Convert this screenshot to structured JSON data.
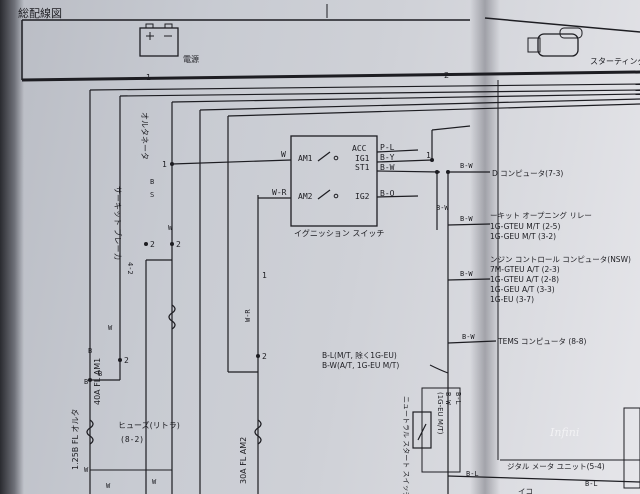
{
  "header": {
    "title": "総配線図",
    "power_label": "電源",
    "starting_label": "スターティング",
    "col1": "1",
    "col2": "2"
  },
  "ignition_switch": {
    "title": "イグニッション スイッチ",
    "am1": "AM1",
    "am2": "AM2",
    "acc": "ACC",
    "ig1": "IG1",
    "st1": "ST1",
    "ig2": "IG2",
    "pl": "P-L",
    "by": "B-Y",
    "bw": "B-W",
    "bo": "B-O"
  },
  "wire_labels": {
    "w": "W",
    "wr": "W-R",
    "b": "B",
    "bw": "B-W",
    "bl": "B-L",
    "n1": "1",
    "n2": "2"
  },
  "left_components": {
    "alternator": "オルタネータ",
    "alt_b": "B",
    "alt_s": "S",
    "breaker": "サーキット ブレーカ",
    "breaker_ref": "4-2",
    "fl_am1": "40A FL AM1",
    "fl_alt": "1.25B FL オルタ",
    "fl_am2": "30A FL AM2",
    "fuse_tail": "ヒューズ(リトラ)",
    "fuse_tail_ref": "(8-2)"
  },
  "right_entries": {
    "ecu": "D コンピュータ(7-3)",
    "circuit_opening": "ーキット オープニング リレー",
    "co_1": "1G-GTEU M/T (2-5)",
    "co_2": "1G-GEU M/T (3-2)",
    "engine_ctrl": "ンジン コントロール コンピュータ(NSW)",
    "ec_1": "7M-GTEU A/T (2-3)",
    "ec_2": "1G-GTEU A/T (2-8)",
    "ec_3": "1G-GEU A/T (3-3)",
    "ec_4": "1G-EU (3-7)",
    "tems": "TEMS コンピュータ (8-8)",
    "note_1": "B-L(M/T, 除く1G-EU)",
    "note_2": "B-W(A/T, 1G-EU M/T)",
    "neutral_sw": "ニュートラル スタート スイッチ(A/T)",
    "neutral_sub": "(1G-EU M/T)",
    "digital_meter": "ジタル メータ ユニット(5-4)",
    "bottom_frag": "イコ"
  },
  "watermark": "Infini"
}
